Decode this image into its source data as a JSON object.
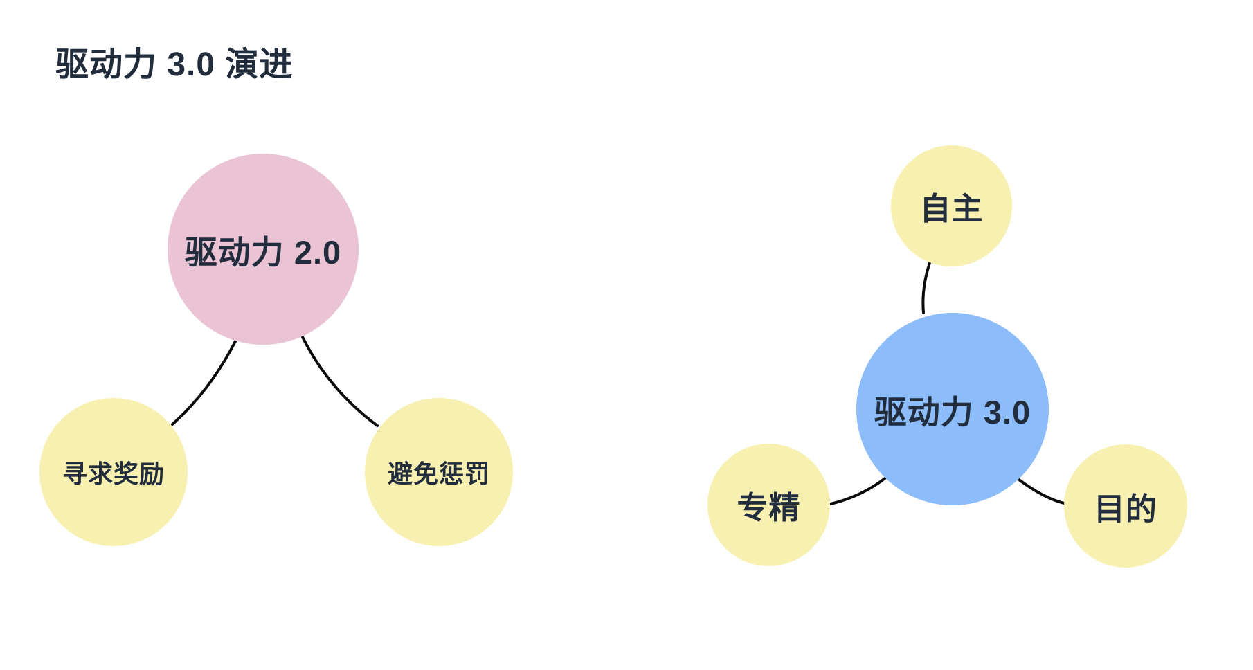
{
  "title": "驱动力 3.0 演进",
  "colors": {
    "background": "#ffffff",
    "text": "#212c3d",
    "edge": "#0a0a0a",
    "drive2_root_fill": "#eac3d5",
    "drive3_root_fill": "#8cbcfa",
    "satellite_fill": "#f8f0b0"
  },
  "clusters": {
    "drive2": {
      "root": {
        "label": "驱动力 2.0"
      },
      "children": [
        {
          "label": "寻求奖励"
        },
        {
          "label": "避免惩罚"
        }
      ]
    },
    "drive3": {
      "root": {
        "label": "驱动力 3.0"
      },
      "children": [
        {
          "label": "自主"
        },
        {
          "label": "专精"
        },
        {
          "label": "目的"
        }
      ]
    }
  }
}
